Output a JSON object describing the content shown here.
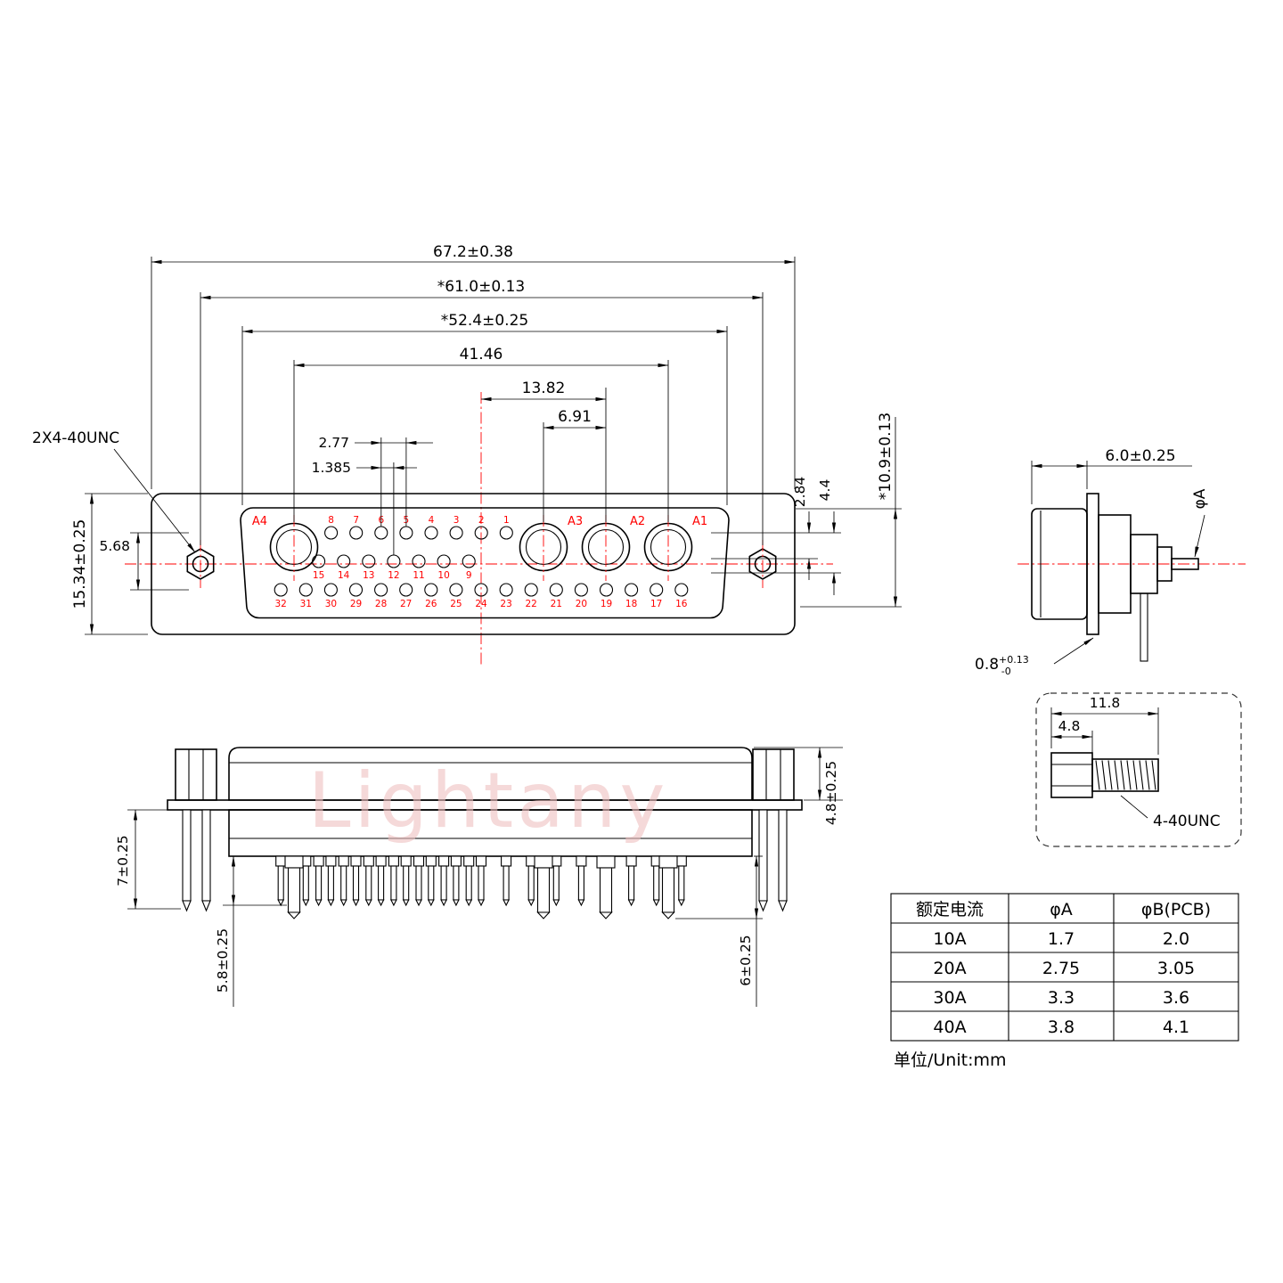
{
  "watermark": "Lightany",
  "front_view": {
    "thread_label": "2X4-40UNC",
    "dim_total_width": "67.2±0.38",
    "dim_mount_span": "*61.0±0.13",
    "dim_shroud_width": "*52.4±0.25",
    "dim_coax_span": "41.46",
    "dim_center_to_a2": "13.82",
    "dim_a3_to_a2": "6.91",
    "dim_pin_pitch": "2.77",
    "dim_half_pitch": "1.385",
    "dim_row_gap": "2.84",
    "dim_row_span": "4.4",
    "dim_pin_field_height": "5.68",
    "dim_flange_height": "15.34±0.25",
    "dim_shroud_height": "*10.9±0.13",
    "coax_labels": [
      "A4",
      "A3",
      "A2",
      "A1"
    ],
    "pins_top": [
      "8",
      "7",
      "6",
      "5",
      "4",
      "3",
      "2",
      "1"
    ],
    "pins_mid": [
      "15",
      "14",
      "13",
      "12",
      "11",
      "10",
      "9"
    ],
    "pins_bottom": [
      "32",
      "31",
      "30",
      "29",
      "28",
      "27",
      "26",
      "25",
      "24",
      "23",
      "22",
      "21",
      "20",
      "19",
      "18",
      "17",
      "16"
    ]
  },
  "side_view": {
    "dim_shroud_depth": "6.0±0.25",
    "pin_dia_label": "φA",
    "flange_thickness": {
      "value": "0.8",
      "tol_plus": "+0.13",
      "tol_minus": "-0"
    }
  },
  "screw_detail": {
    "dim_total_length": "11.8",
    "dim_head_length": "4.8",
    "thread_label": "4-40UNC"
  },
  "bottom_view": {
    "dim_body_height": "4.8±0.25",
    "dim_bracket_pin": "7±0.25",
    "dim_signal_pin": "5.8±0.25",
    "dim_power_pin": "6±0.25"
  },
  "table": {
    "headers": [
      "额定电流",
      "φA",
      "φB(PCB)"
    ],
    "rows": [
      [
        "10A",
        "1.7",
        "2.0"
      ],
      [
        "20A",
        "2.75",
        "3.05"
      ],
      [
        "30A",
        "3.3",
        "3.6"
      ],
      [
        "40A",
        "3.8",
        "4.1"
      ]
    ],
    "unit_note": "单位/Unit:mm"
  }
}
